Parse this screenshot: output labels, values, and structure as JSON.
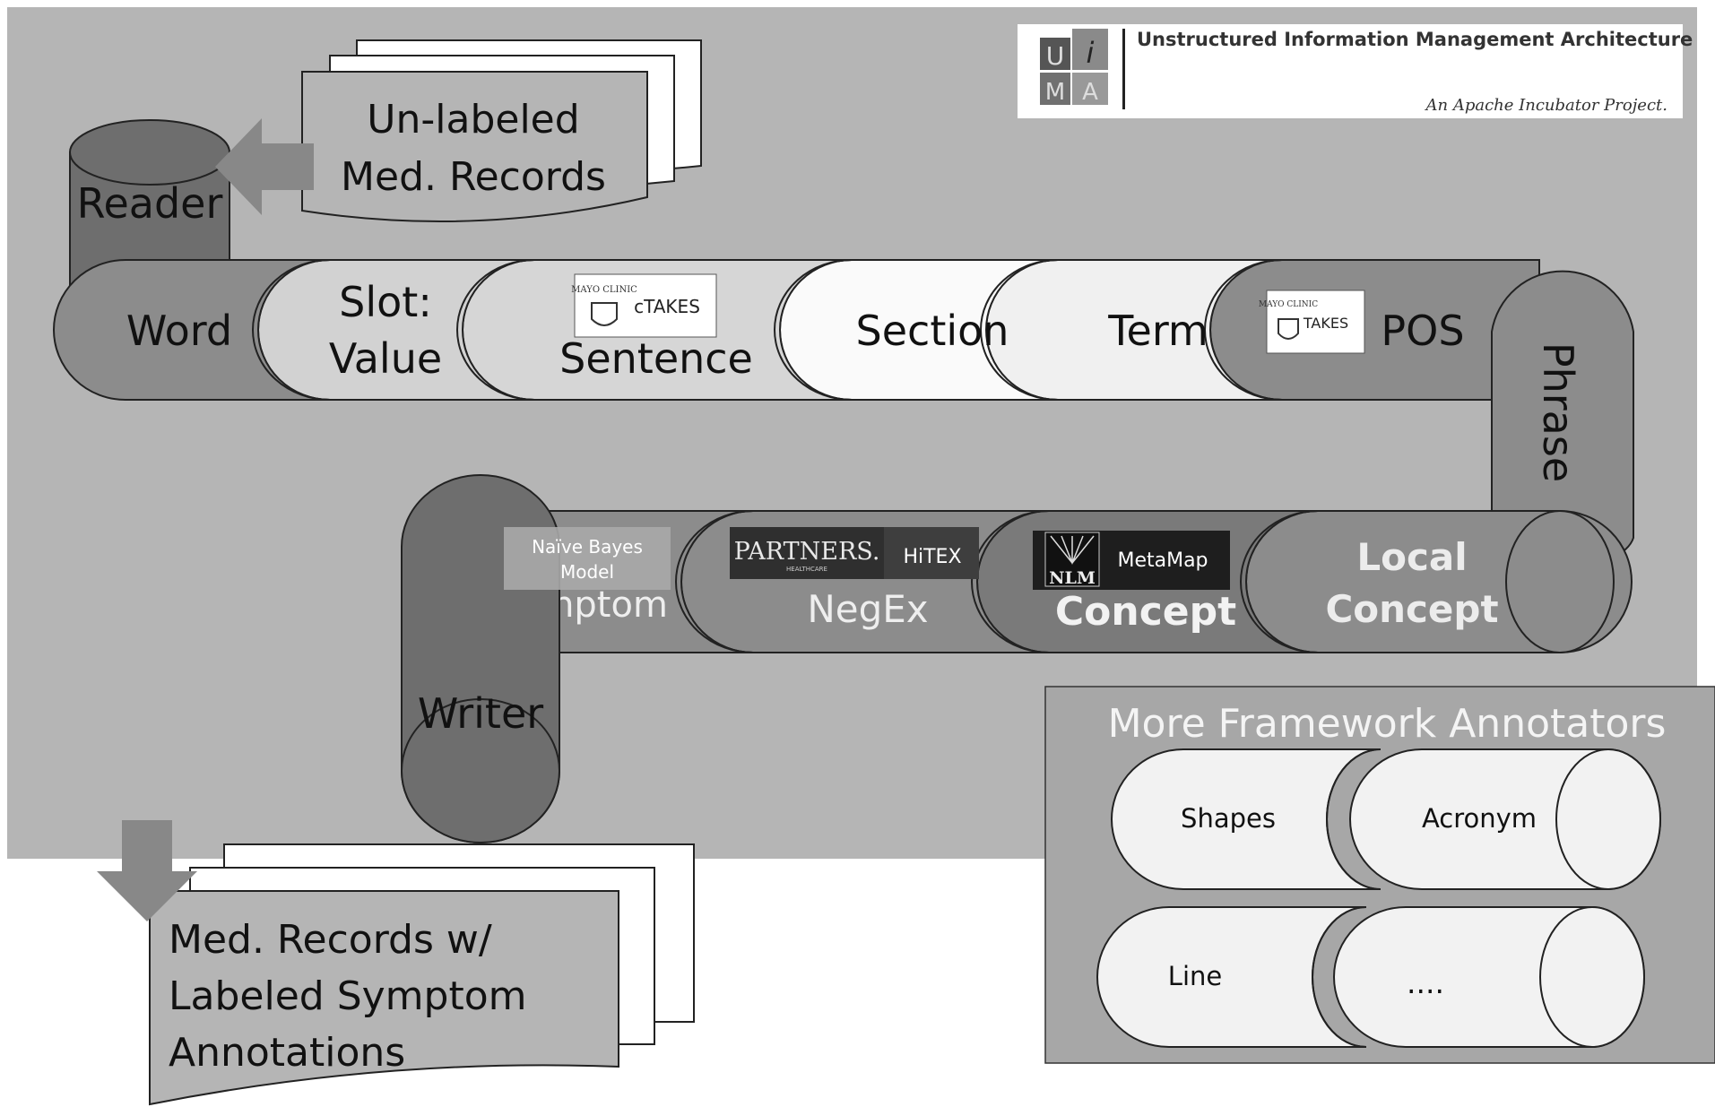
{
  "uima": {
    "title": "Unstructured Information Management Architecture",
    "subtitle": "An Apache Incubator Project.",
    "logo_letters": [
      "U",
      "i",
      "M",
      "A"
    ]
  },
  "input_docs": {
    "line1": "Un-labeled",
    "line2": "Med. Records"
  },
  "output_docs": {
    "line1": "Med. Records w/",
    "line2": "Labeled Symptom",
    "line3": "Annotations"
  },
  "pipeline": {
    "reader": "Reader",
    "word": "Word",
    "slot_line1": "Slot:",
    "slot_line2": "Value",
    "sentence": "Sentence",
    "section": "Section",
    "term": "Term",
    "pos": "POS",
    "phrase": "Phrase",
    "local_concept_line1": "Local",
    "local_concept_line2": "Concept",
    "concept": "Concept",
    "negex": "NegEx",
    "symptom_partial": "nptom",
    "writer": "Writer"
  },
  "badges": {
    "ctakes1": {
      "org": "MAYO CLINIC",
      "label": "cTAKES"
    },
    "ctakes2": {
      "org": "MAYO CLINIC",
      "label": "TAKES"
    },
    "hitex": {
      "org": "PARTNERS.",
      "org_sub": "HEALTHCARE",
      "label": "HiTEX"
    },
    "metamap": {
      "org": "NLM",
      "label": "MetaMap"
    },
    "naive_bayes": {
      "line1": "Naïve Bayes",
      "line2": "Model"
    }
  },
  "more_annotators": {
    "title": "More Framework Annotators",
    "items": [
      "Shapes",
      "Acronym",
      "Line",
      "...."
    ]
  },
  "colors": {
    "background": "#b5b5b5",
    "dark_cylinder": "#6e6e6e",
    "mid_cylinder": "#8c8c8c",
    "light_cylinder": "#d2d2d2",
    "white_cylinder": "#f7f7f7",
    "panel": "#a7a7a7"
  }
}
